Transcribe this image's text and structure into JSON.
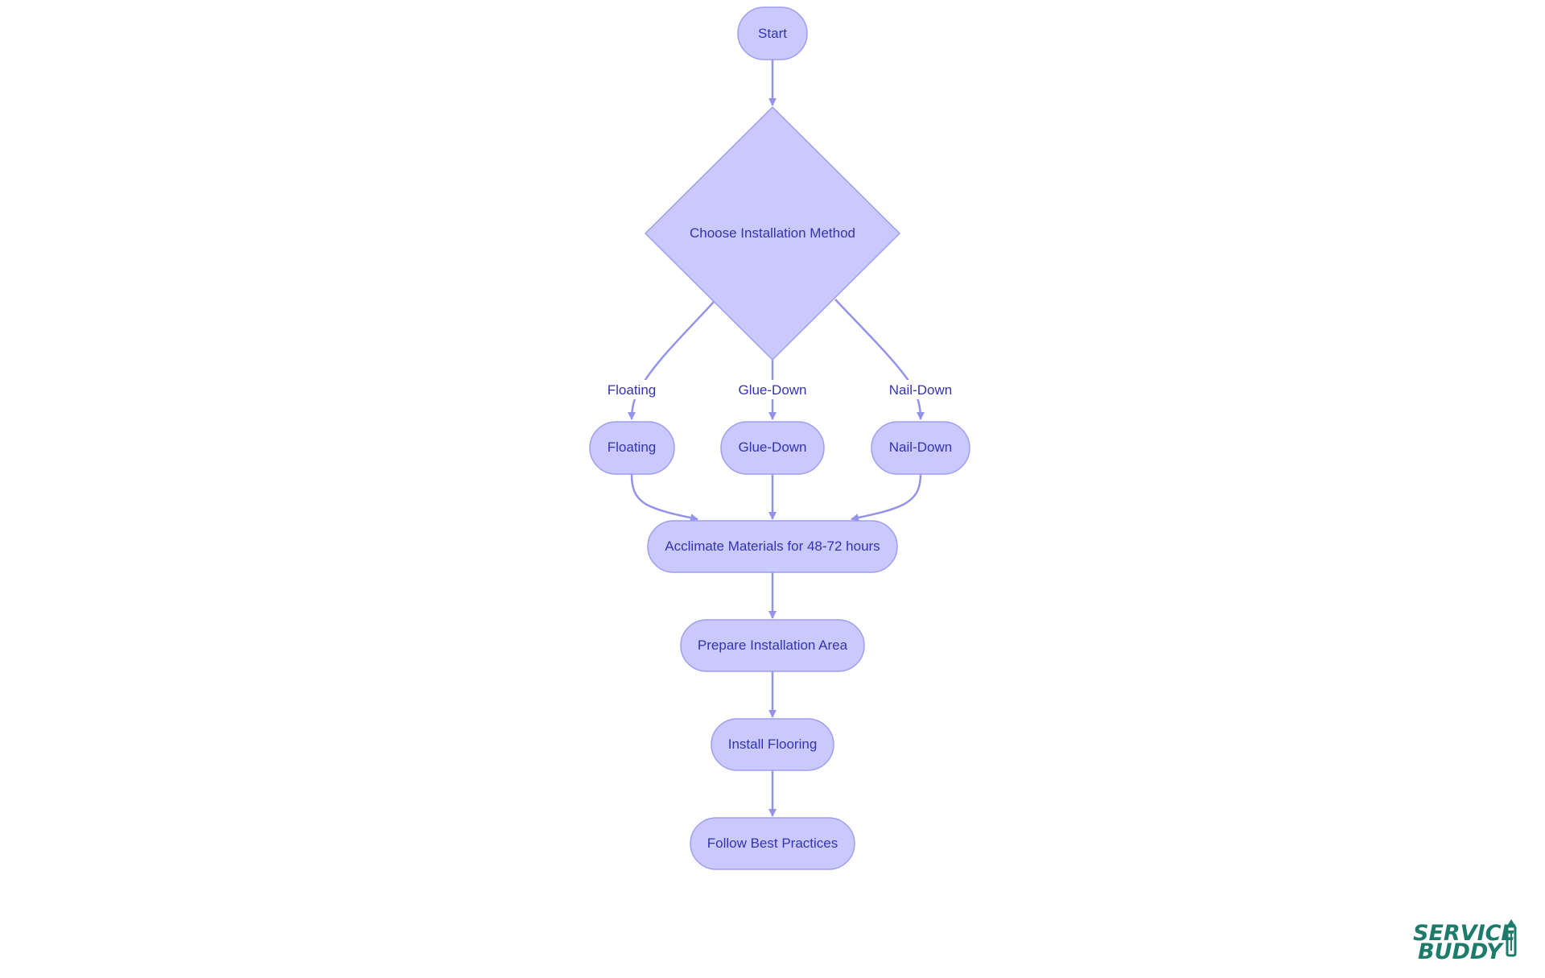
{
  "diagram": {
    "nodes": {
      "start": "Start",
      "choose": "Choose Installation Method",
      "floating": "Floating",
      "glue_down": "Glue-Down",
      "nail_down": "Nail-Down",
      "acclimate": "Acclimate Materials for 48-72 hours",
      "prepare": "Prepare Installation Area",
      "install": "Install Flooring",
      "follow": "Follow Best Practices"
    },
    "edge_labels": {
      "floating": "Floating",
      "glue_down": "Glue-Down",
      "nail_down": "Nail-Down"
    },
    "colors": {
      "node_fill": "#c9c9fd",
      "node_stroke": "#9e9ef0",
      "edge": "#9393ec",
      "text": "#3333b3"
    }
  },
  "logo": {
    "line1": "SERVICE",
    "line2": "BUDDY",
    "color": "#1d7b6b"
  }
}
